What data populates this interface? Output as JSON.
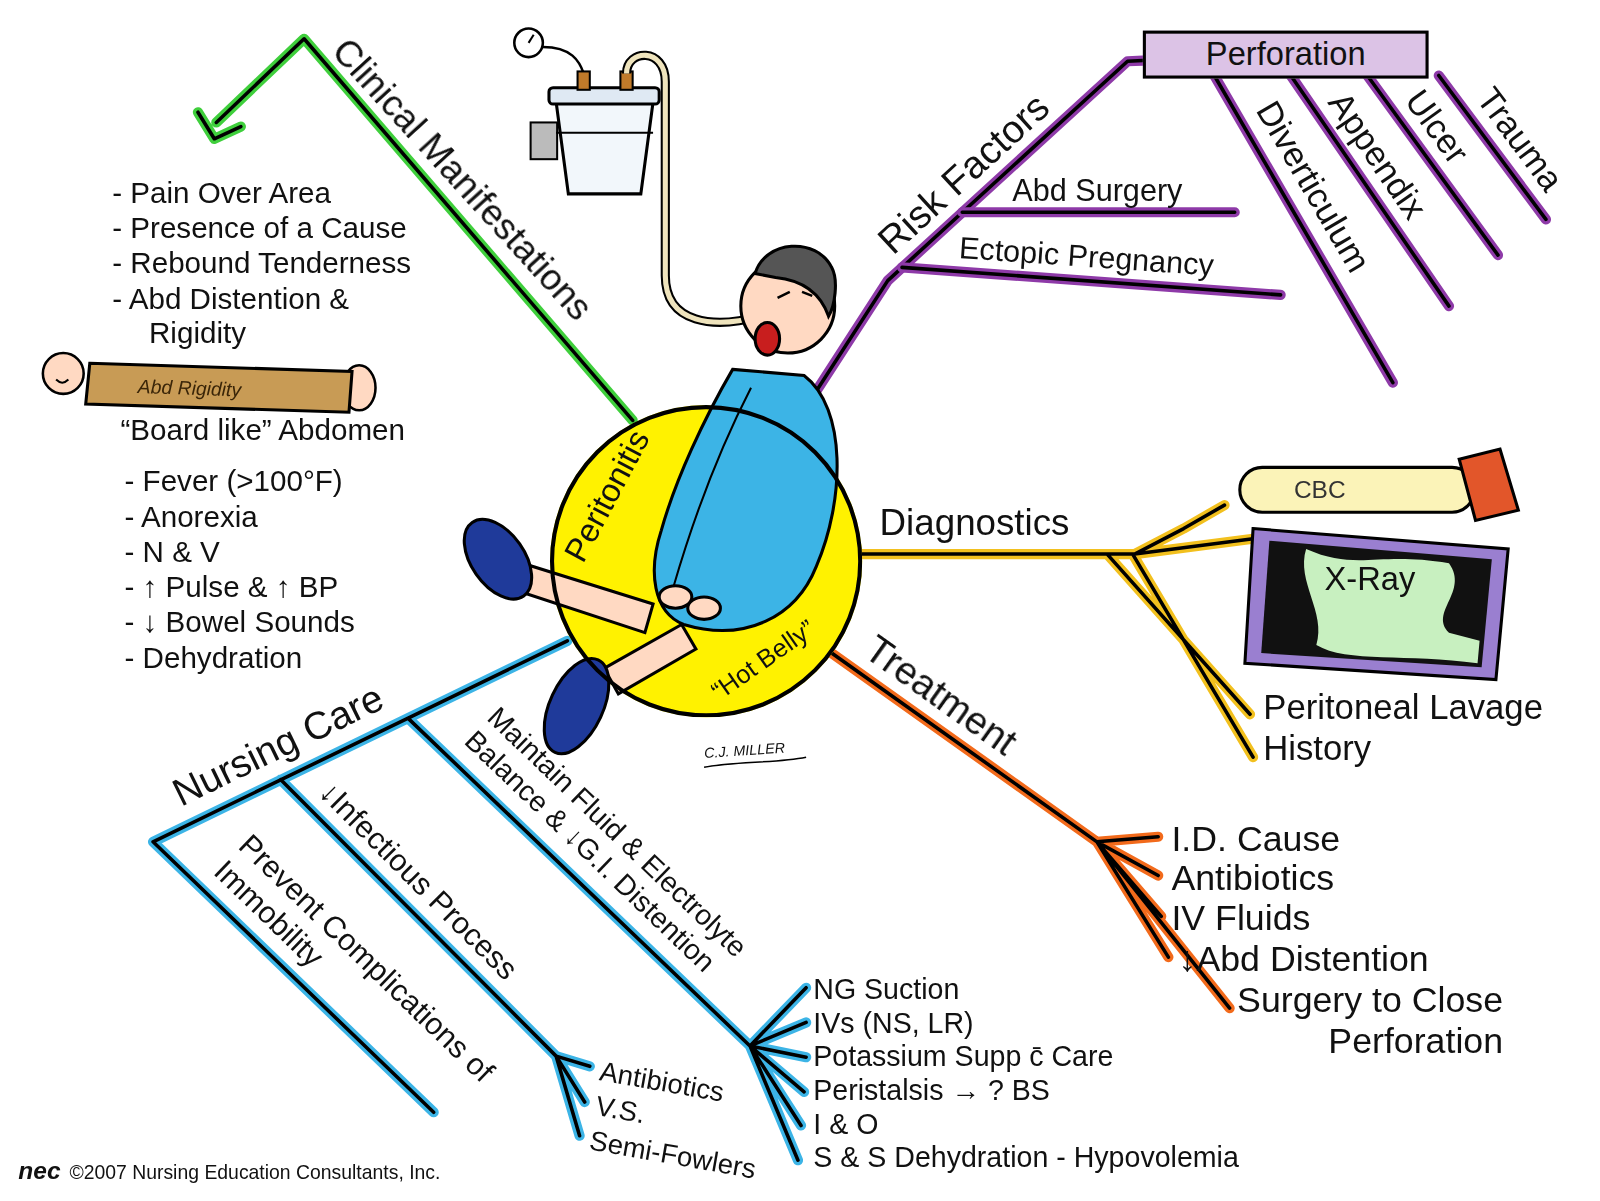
{
  "diagram": {
    "nodes": [
      {
        "text": [
          "Peritonitis",
          "“Hot Belly”"
        ]
      },
      {
        "text": [
          "Perforation"
        ]
      }
    ],
    "edges": [
      {
        "from": 0,
        "to": 1,
        "arrow": "none",
        "label": "Risk Factors"
      }
    ],
    "labels": [
      "Clinical Manifestations",
      "- Pain Over Area",
      "- Presence of a Cause",
      "- Rebound Tenderness",
      "- Abd Distention & Rigidity",
      "Abd Rigidity",
      "“Board like” Abdomen",
      "- Fever (>100°F)",
      "- Anorexia",
      "- N & V",
      "- ↑ Pulse & ↑ BP",
      "- ↓ Bowel Sounds",
      "- Dehydration",
      "Abd Surgery",
      "Ectopic Pregnancy",
      "Diverticulum",
      "Appendix",
      "Ulcer",
      "Trauma",
      "Diagnostics",
      "CBC",
      "X-Ray",
      "Peritoneal Lavage",
      "History",
      "Treatment",
      "I.D. Cause",
      "Antibiotics",
      "IV Fluids",
      "↓Abd Distention",
      "Surgery to Close Perforation",
      "Nursing Care",
      "Prevent Complications of Immobility",
      "↓Infectious Process",
      "Maintain Fluid & Electrolyte Balance & ↓G.I. Distention",
      "Antibiotics",
      "V.S.",
      "Semi-Fowlers",
      "NG Suction",
      "IVs (NS, LR)",
      "Potassium Supp c̄ Care",
      "Peristalsis → ? BS",
      "I & O",
      "S & S Dehydration - Hypovolemia",
      "C.J. MILLER",
      "nec",
      "©2007 Nursing Education Consultants, Inc."
    ]
  }
}
